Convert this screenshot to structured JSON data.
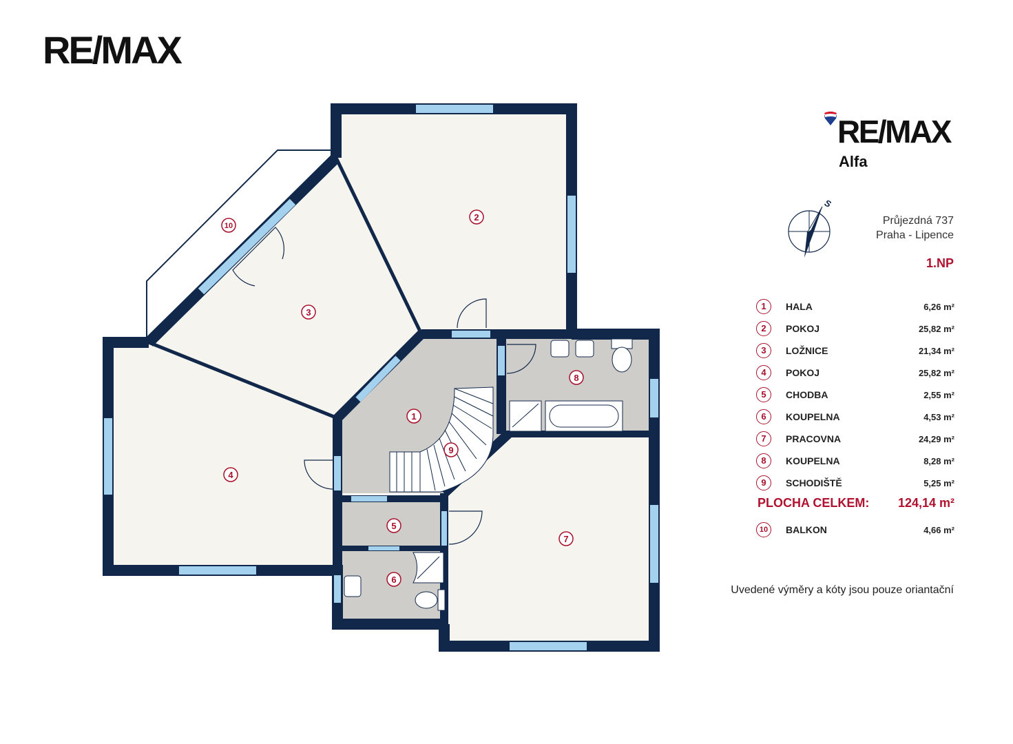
{
  "logo": {
    "text": "RE/MAX"
  },
  "brand": {
    "name": "RE/MAX",
    "office": "Alfa"
  },
  "address": {
    "street": "Průjezdná 737",
    "city": "Praha - Lipence"
  },
  "compass": {
    "direction_label": "S"
  },
  "floor_label": "1.NP",
  "rooms": [
    {
      "num": "1",
      "name": "HALA",
      "area": "6,26 m²"
    },
    {
      "num": "2",
      "name": "POKOJ",
      "area": "25,82 m²"
    },
    {
      "num": "3",
      "name": "LOŽNICE",
      "area": "21,34 m²"
    },
    {
      "num": "4",
      "name": "POKOJ",
      "area": "25,82 m²"
    },
    {
      "num": "5",
      "name": "CHODBA",
      "area": "2,55 m²"
    },
    {
      "num": "6",
      "name": "KOUPELNA",
      "area": "4,53 m²"
    },
    {
      "num": "7",
      "name": "PRACOVNA",
      "area": "24,29 m²"
    },
    {
      "num": "8",
      "name": "KOUPELNA",
      "area": "8,28 m²"
    },
    {
      "num": "9",
      "name": "SCHODIŠTĚ",
      "area": "5,25 m²"
    }
  ],
  "total": {
    "label": "PLOCHA CELKEM:",
    "value": "124,14 m²"
  },
  "extra": {
    "num": "10",
    "name": "BALKON",
    "area": "4,66 m²"
  },
  "disclaimer": "Uvedené výměry a kóty jsou pouze oriantační",
  "colors": {
    "wall": "#11284b",
    "window": "#a4d2ee",
    "floor_light": "#f6f4ef",
    "floor_gray": "#cfcdca",
    "accent": "#a8102c"
  }
}
